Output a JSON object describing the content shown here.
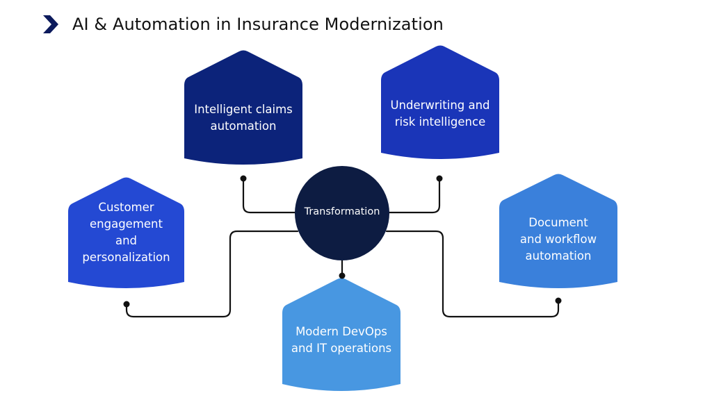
{
  "header": {
    "title": "AI & Automation in Insurance Modernization",
    "icon": "chevron-right-icon",
    "icon_color": "#0c1a5c"
  },
  "hub": {
    "label": "Transformation",
    "color": "#0d1c42"
  },
  "nodes": [
    {
      "id": "claims",
      "label": "Intelligent claims\nautomation",
      "color": "#0c237a"
    },
    {
      "id": "underwriting",
      "label": "Underwriting and\nrisk intelligence",
      "color": "#1a35b8"
    },
    {
      "id": "customer",
      "label": "Customer\nengagement\nand\npersonalization",
      "color": "#2449d3"
    },
    {
      "id": "document",
      "label": "Document\nand workflow\nautomation",
      "color": "#3a80db"
    },
    {
      "id": "devops",
      "label": "Modern DevOps\nand IT operations",
      "color": "#4897e1"
    }
  ],
  "connector_color": "#111111"
}
